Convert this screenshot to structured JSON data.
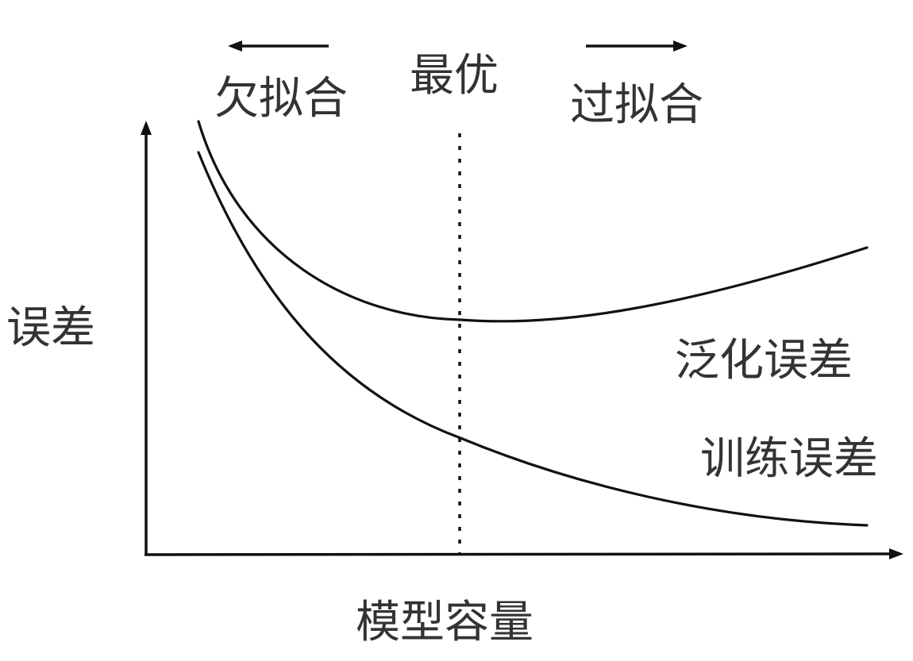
{
  "labels": {
    "underfitting": "欠拟合",
    "optimal": "最优",
    "overfitting": "过拟合",
    "y_axis": "误差",
    "x_axis": "模型容量",
    "generalization_error": "泛化误差",
    "training_error": "训练误差"
  },
  "colors": {
    "stroke": "#111111",
    "text": "#333333",
    "background": "#ffffff"
  }
}
